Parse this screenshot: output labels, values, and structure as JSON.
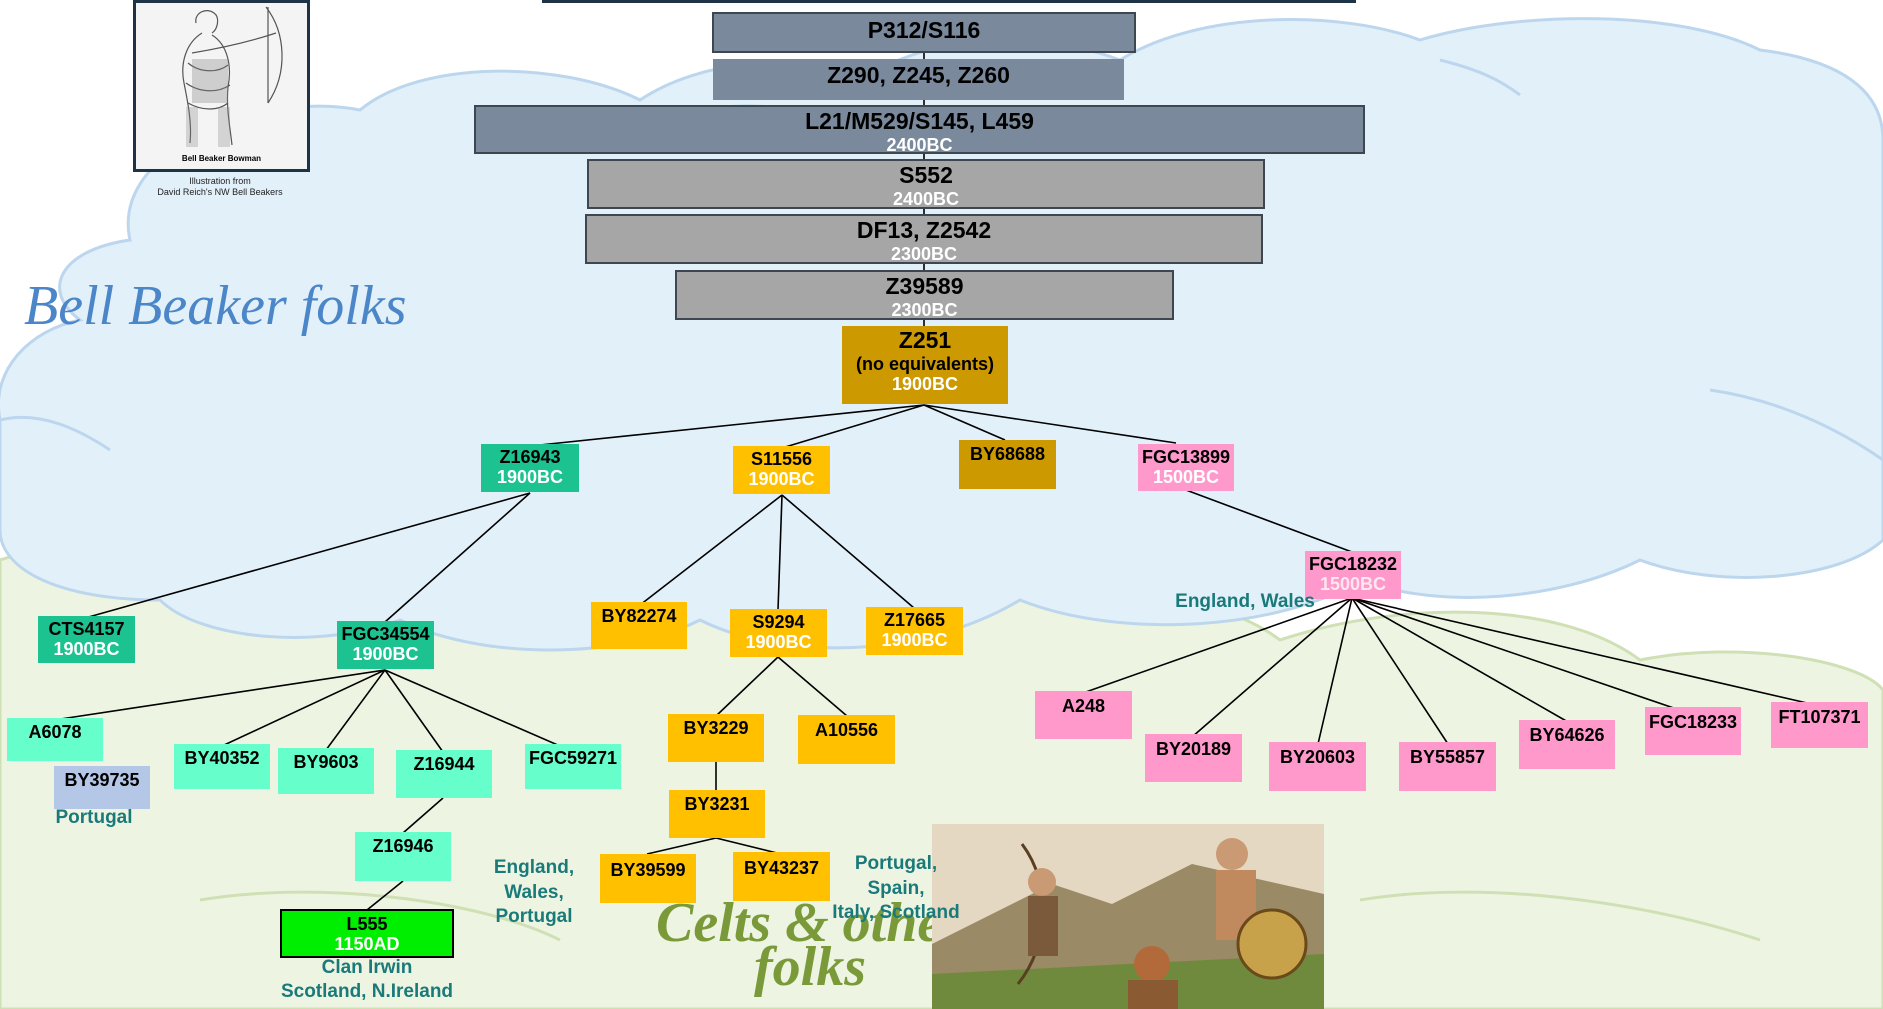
{
  "illustration": {
    "caption_in_image": "Bell  Beaker  Bowman",
    "caption_line1": "Illustration from",
    "caption_line2": "David Reich's NW Bell Beakers"
  },
  "regions": {
    "bell_beaker": "Bell Beaker folks",
    "celts_line1": "Celts & other",
    "celts_line2": "folks"
  },
  "colors": {
    "grey_dark": "#7a8a9c",
    "grey_light": "#a6a6a6",
    "gold": "#cc9900",
    "amber": "#ffc000",
    "teal": "#1cc28f",
    "mint": "#66ffcc",
    "pink": "#ff99cc",
    "green": "#00ee00",
    "note_text": "#1a7a7a",
    "bell_beaker_title": "#4a86c8",
    "celts_title": "#7a9a3a"
  },
  "nodes": {
    "p312": {
      "label": "P312/S116"
    },
    "z290": {
      "label": "Z290, Z245, Z260"
    },
    "l21": {
      "label": "L21/M529/S145, L459",
      "date": "2400BC"
    },
    "s552": {
      "label": "S552",
      "date": "2400BC"
    },
    "df13": {
      "label": "DF13, Z2542",
      "date": "2300BC"
    },
    "z39589": {
      "label": "Z39589",
      "date": "2300BC"
    },
    "z251": {
      "label": "Z251",
      "sub": "(no equivalents)",
      "date": "1900BC"
    },
    "z16943": {
      "label": "Z16943",
      "date": "1900BC"
    },
    "s11556": {
      "label": "S11556",
      "date": "1900BC"
    },
    "by68688": {
      "label": "BY68688"
    },
    "fgc13899": {
      "label": "FGC13899",
      "date": "1500BC"
    },
    "cts4157": {
      "label": "CTS4157",
      "date": "1900BC"
    },
    "fgc34554": {
      "label": "FGC34554",
      "date": "1900BC"
    },
    "by82274": {
      "label": "BY82274"
    },
    "s9294": {
      "label": "S9294",
      "date": "1900BC"
    },
    "z17665": {
      "label": "Z17665",
      "date": "1900BC"
    },
    "fgc18232": {
      "label": "FGC18232",
      "date": "1500BC"
    },
    "a6078": {
      "label": "A6078"
    },
    "by39735": {
      "label": "BY39735"
    },
    "by40352": {
      "label": "BY40352"
    },
    "by9603": {
      "label": "BY9603"
    },
    "z16944": {
      "label": "Z16944"
    },
    "fgc59271": {
      "label": "FGC59271"
    },
    "z16946": {
      "label": "Z16946"
    },
    "l555": {
      "label": "L555",
      "date": "1150AD"
    },
    "by3229": {
      "label": "BY3229"
    },
    "a10556": {
      "label": "A10556"
    },
    "by3231": {
      "label": "BY3231"
    },
    "by39599": {
      "label": "BY39599"
    },
    "by43237": {
      "label": "BY43237"
    },
    "a248": {
      "label": "A248"
    },
    "by20189": {
      "label": "BY20189"
    },
    "by20603": {
      "label": "BY20603"
    },
    "by55857": {
      "label": "BY55857"
    },
    "by64626": {
      "label": "BY64626"
    },
    "fgc18233": {
      "label": "FGC18233"
    },
    "ft107371": {
      "label": "FT107371"
    }
  },
  "notes": {
    "england_wales_top": "England, Wales",
    "portugal": "Portugal",
    "england_wales_portugal_1": "England, Wales,",
    "england_wales_portugal_2": "Portugal",
    "portugal_spain_1": "Portugal, Spain,",
    "portugal_spain_2": "Italy, Scotland",
    "clan_irwin_1": "Clan Irwin",
    "clan_irwin_2": "Scotland, N.Ireland"
  }
}
